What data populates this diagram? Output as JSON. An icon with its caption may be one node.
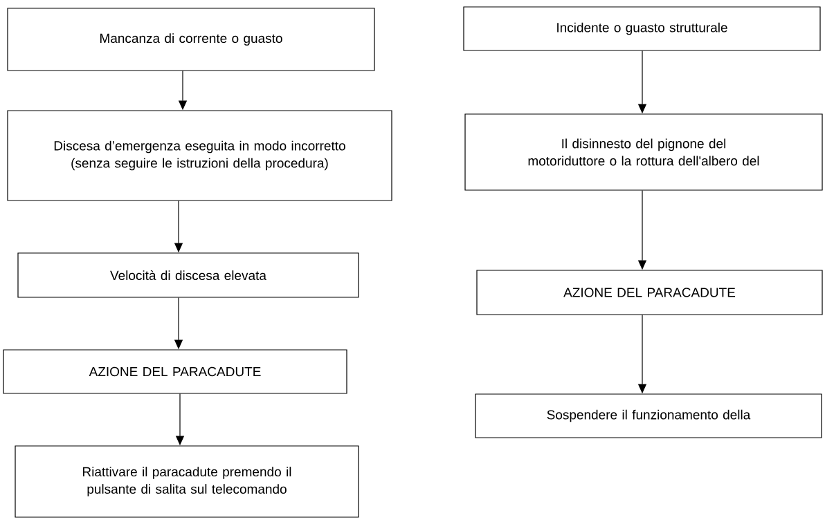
{
  "diagram": {
    "nodes": [
      {
        "text": [
          "Mancanza di corrente o guasto"
        ]
      },
      {
        "text": [
          "Discesa d’emergenza eseguita in modo incorretto (senza seguire le istruzioni della procedura)"
        ]
      },
      {
        "text": [
          "Velocità di discesa elevata"
        ]
      },
      {
        "text": [
          "AZIONE DEL PARACADUTE"
        ]
      },
      {
        "text": [
          "Riattivare il paracadute premendo il pulsante di salita sul telecomando"
        ]
      },
      {
        "text": [
          "Incidente o guasto strutturale"
        ]
      },
      {
        "text": [
          "Il disinnesto del pignone del motoriduttore o la rottura dell'albero del"
        ]
      },
      {
        "text": [
          "AZIONE DEL PARACADUTE"
        ]
      },
      {
        "text": [
          "Sospendere il funzionamento della"
        ]
      }
    ],
    "edges": [
      {
        "from": 0,
        "to": 1,
        "arrow": "to"
      },
      {
        "from": 1,
        "to": 2,
        "arrow": "to"
      },
      {
        "from": 2,
        "to": 3,
        "arrow": "to"
      },
      {
        "from": 3,
        "to": 4,
        "arrow": "to"
      },
      {
        "from": 5,
        "to": 6,
        "arrow": "to"
      },
      {
        "from": 6,
        "to": 7,
        "arrow": "to"
      },
      {
        "from": 7,
        "to": 8,
        "arrow": "to"
      }
    ]
  }
}
